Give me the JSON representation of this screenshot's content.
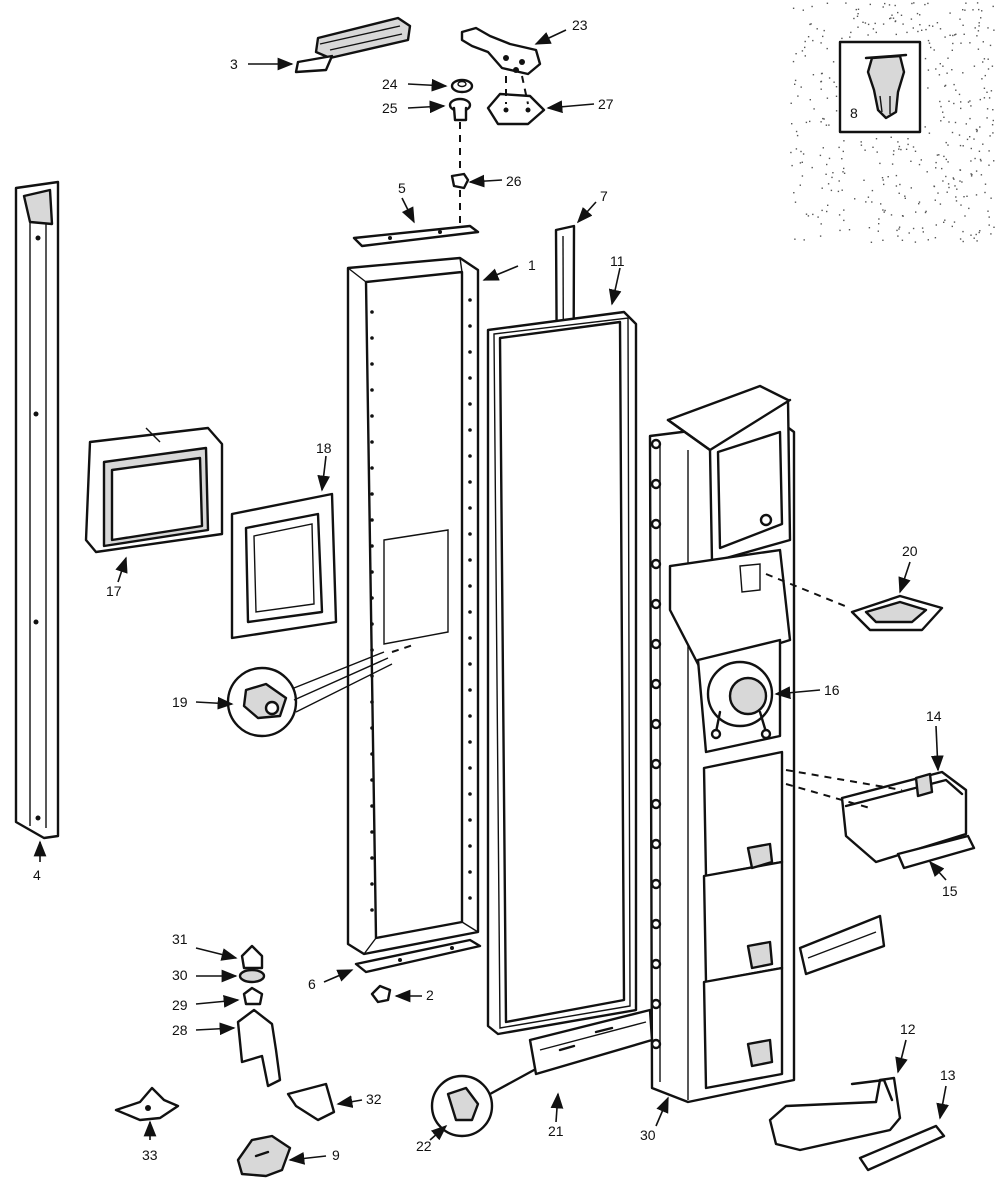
{
  "callouts": {
    "c1": "1",
    "c2": "2",
    "c3": "3",
    "c4": "4",
    "c5": "5",
    "c6": "6",
    "c7": "7",
    "c8": "8",
    "c9": "9",
    "c11": "11",
    "c12": "12",
    "c13": "13",
    "c14": "14",
    "c15": "15",
    "c16": "16",
    "c17": "17",
    "c18": "18",
    "c19": "19",
    "c20": "20",
    "c21": "21",
    "c22": "22",
    "c23": "23",
    "c24": "24",
    "c25": "25",
    "c26": "26",
    "c27": "27",
    "c28": "28",
    "c29": "29",
    "c30": "30",
    "c30b": "30",
    "c31": "31",
    "c32": "32",
    "c33": "33"
  }
}
